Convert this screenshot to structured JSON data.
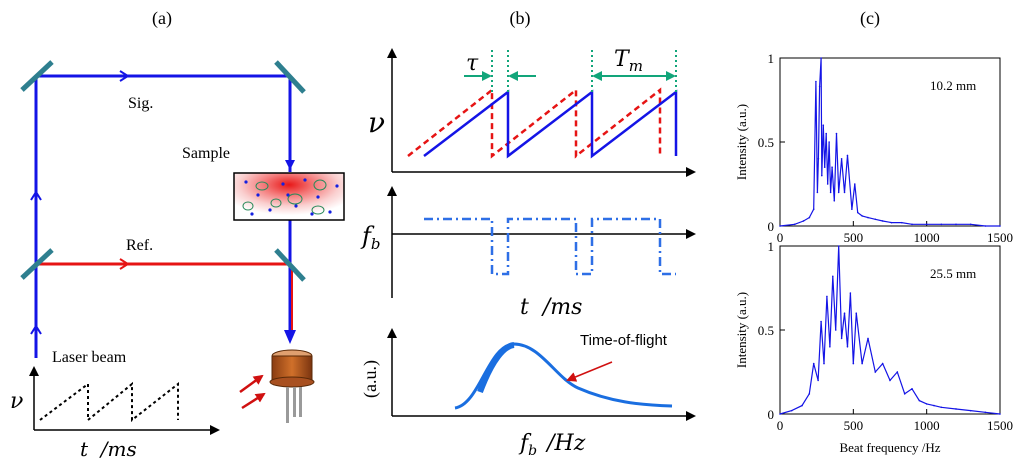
{
  "panel_labels": {
    "a": "(a)",
    "b": "(b)",
    "c": "(c)"
  },
  "panel_a": {
    "sig_label": "Sig.",
    "ref_label": "Ref.",
    "sample_label": "Sample",
    "laser_label": "Laser beam",
    "inset_y_label": "ν",
    "inset_x_label": "t  /ms",
    "colors": {
      "beam": "#1414e6",
      "ref": "#e61414",
      "mirror": "#2e7f8f"
    }
  },
  "panel_b": {
    "tau_label": "τ",
    "tm_label": "T",
    "tm_sub": "m",
    "top_y_label": "ν",
    "mid_y_label": "f",
    "mid_y_sub": "b",
    "mid_x_label": "t  /ms",
    "bot_y_label": "(a.u.)",
    "bot_x_label": "f",
    "bot_x_sub": "b",
    "bot_x_unit": "/Hz",
    "tof_label": "Time-of-flight",
    "colors": {
      "signal": "#1414e6",
      "reference": "#e61414",
      "beat": "#2e6fe6",
      "tof": "#1a6ee0",
      "arrow": "#12a57a"
    }
  },
  "chart_data": [
    {
      "type": "line",
      "annotation": "10.2 mm",
      "xlabel": "",
      "ylabel": "Intensity (a.u.)",
      "xlim": [
        0,
        1500
      ],
      "ylim": [
        0,
        1
      ],
      "x_ticks": [
        "0",
        "500",
        "1000",
        "1500"
      ],
      "y_ticks": [
        "0",
        "0.5",
        "1"
      ],
      "x": [
        0,
        100,
        160,
        200,
        230,
        245,
        255,
        262,
        270,
        280,
        285,
        295,
        305,
        315,
        325,
        335,
        345,
        355,
        370,
        385,
        400,
        420,
        440,
        460,
        490,
        510,
        530,
        560,
        600,
        650,
        700,
        760,
        830,
        900,
        1000,
        1100,
        1200,
        1300,
        1400,
        1500
      ],
      "y": [
        0,
        0.01,
        0.03,
        0.05,
        0.1,
        0.86,
        0.2,
        0.4,
        0.83,
        1.0,
        0.3,
        0.6,
        0.35,
        0.55,
        0.25,
        0.5,
        0.2,
        0.35,
        0.15,
        0.55,
        0.2,
        0.4,
        0.2,
        0.42,
        0.1,
        0.25,
        0.08,
        0.06,
        0.05,
        0.04,
        0.03,
        0.02,
        0.02,
        0.01,
        0.01,
        0.01,
        0.01,
        0.01,
        0.0,
        0.0
      ]
    },
    {
      "type": "line",
      "annotation": "25.5 mm",
      "xlabel": "Beat frequency /Hz",
      "ylabel": "Intensity (a.u.)",
      "xlim": [
        0,
        1500
      ],
      "ylim": [
        0,
        1
      ],
      "x_ticks": [
        "0",
        "500",
        "1000",
        "1500"
      ],
      "y_ticks": [
        "0",
        "0.5",
        "1"
      ],
      "x": [
        0,
        80,
        150,
        200,
        230,
        260,
        280,
        300,
        320,
        340,
        360,
        380,
        400,
        420,
        440,
        460,
        480,
        500,
        520,
        560,
        600,
        650,
        700,
        750,
        800,
        850,
        900,
        950,
        1000,
        1050,
        1100,
        1200,
        1300,
        1400,
        1500
      ],
      "y": [
        0,
        0.02,
        0.05,
        0.12,
        0.3,
        0.2,
        0.55,
        0.3,
        0.7,
        0.4,
        0.82,
        0.5,
        1.0,
        0.45,
        0.6,
        0.4,
        0.72,
        0.3,
        0.6,
        0.3,
        0.45,
        0.25,
        0.3,
        0.2,
        0.25,
        0.12,
        0.15,
        0.08,
        0.06,
        0.05,
        0.04,
        0.03,
        0.02,
        0.01,
        0.0
      ]
    }
  ]
}
